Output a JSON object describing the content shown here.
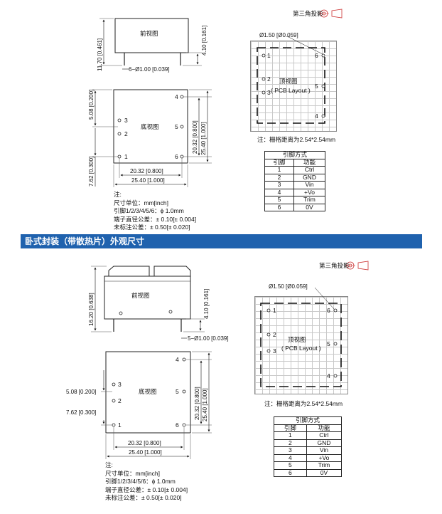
{
  "top_section": {
    "projection_label": "第三角投影",
    "front_view_label": "前视图",
    "bottom_view_label": "底视图",
    "top_view_label": "顶视图",
    "pcb_layout_label": "( PCB Layout )",
    "dim_height": "11.70 [0.461]",
    "dim_pin_len": "4.10 [0.161]",
    "dim_pin_dia": "6−Ø1.00 [0.039]",
    "dim_5_08": "5.08 [0.200]",
    "dim_7_62": "7.62 [0.300]",
    "dim_20_32_h": "20.32 [0.800]",
    "dim_25_40_h": "25.40 [1.000]",
    "dim_20_32_v": "20.32 [0.800]",
    "dim_25_40_v": "25.40 [1.000]",
    "pcb_hole": "Ø1.50 [Ø0.059]",
    "grid_note": "注：栅格距离为2.54*2.54mm",
    "pins_bottom": [
      "1",
      "2",
      "3",
      "4",
      "5",
      "6"
    ],
    "notes": [
      "注:",
      "尺寸单位：mm[inch]",
      "引脚1/2/3/4/5/6：ϕ 1.0mm",
      "端子直径公差：± 0.10[± 0.004]",
      "未标注公差：± 0.50[± 0.020]"
    ]
  },
  "section_title": "卧式封装（带散热片）外观尺寸",
  "bottom_section": {
    "projection_label": "第三角投影",
    "front_view_label": "前视图",
    "bottom_view_label": "底视图",
    "top_view_label": "顶视图",
    "pcb_layout_label": "( PCB Layout )",
    "dim_height": "16.20 [0.638]",
    "dim_pin_len": "4.10 [0.161]",
    "dim_pin_dia": "5−Ø1.00 [0.039]",
    "dim_5_08": "5.08 [0.200]",
    "dim_7_62": "7.62 [0.300]",
    "dim_20_32_h": "20.32 [0.800]",
    "dim_25_40_h": "25.40 [1.000]",
    "dim_20_32_v": "20.32 [0.800]",
    "dim_25_40_v": "25.40 [1.000]",
    "pcb_hole": "Ø1.50 [Ø0.059]",
    "grid_note": "注：栅格距离为2.54*2.54mm",
    "pins_bottom": [
      "1",
      "2",
      "3",
      "4",
      "5",
      "6"
    ],
    "notes": [
      "注:",
      "尺寸单位：mm[inch]",
      "引脚1/2/3/4/5/6：ϕ 1.0mm",
      "端子直径公差：± 0.10[± 0.004]",
      "未标注公差：± 0.50[± 0.020]"
    ]
  },
  "pin_table": {
    "title": "引脚方式",
    "col_pin": "引脚",
    "col_func": "功能",
    "rows": [
      [
        "1",
        "Ctrl"
      ],
      [
        "2",
        "GND"
      ],
      [
        "3",
        "Vin"
      ],
      [
        "4",
        "+Vo"
      ],
      [
        "5",
        "Trim"
      ],
      [
        "6",
        "0V"
      ]
    ]
  }
}
